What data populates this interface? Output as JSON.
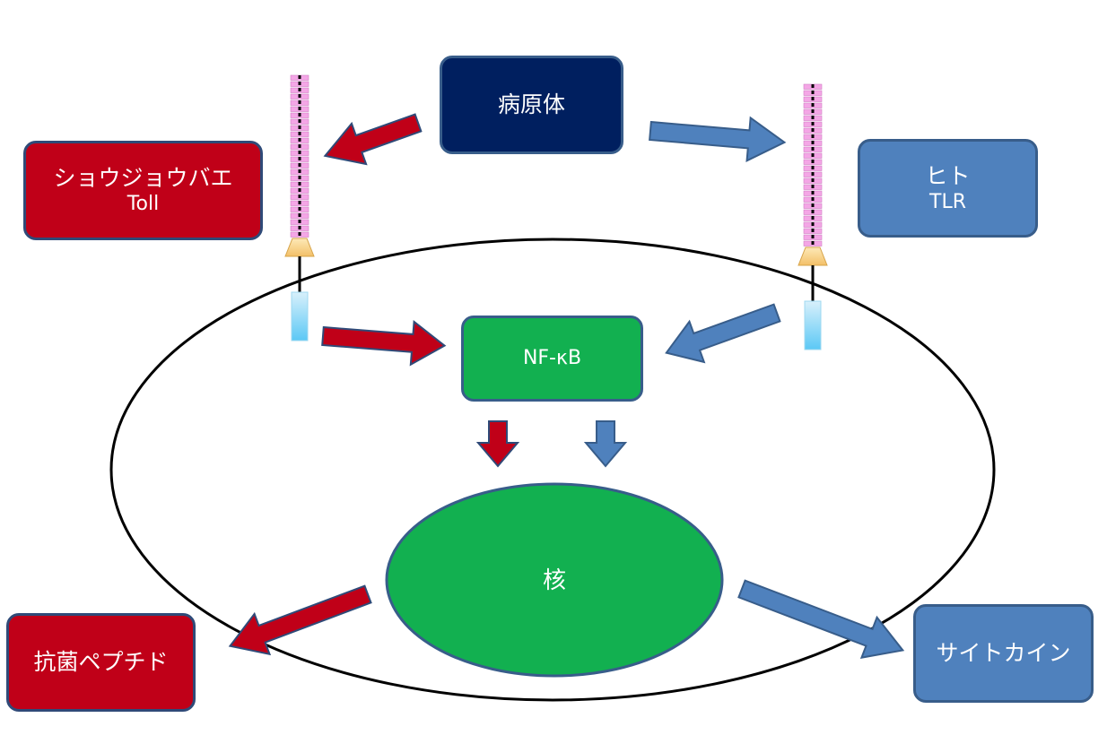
{
  "nodes": {
    "pathogen": "病原体",
    "drosophila": {
      "line1": "ショウジョウバエ",
      "line2": "Toll"
    },
    "human": {
      "line1": "ヒト",
      "line2": "TLR"
    },
    "nfkb": "NF-κB",
    "nucleus": "核",
    "amp": "抗菌ペプチド",
    "cytokine": "サイトカイン"
  },
  "colors": {
    "drosophila_red": "#c00018",
    "human_blue": "#4f81bd",
    "pathogen_navy": "#001f5f",
    "nfkb_green": "#12b050",
    "receptor_pink": "#f4a6e6",
    "receptor_tm": "#f9d48f",
    "receptor_tail": "#5bc8f5"
  },
  "edges": [
    {
      "from": "pathogen",
      "to": "drosophila_receptor",
      "color": "red"
    },
    {
      "from": "pathogen",
      "to": "human_receptor",
      "color": "blue"
    },
    {
      "from": "drosophila_receptor",
      "to": "nfkb",
      "color": "red"
    },
    {
      "from": "human_receptor",
      "to": "nfkb",
      "color": "blue"
    },
    {
      "from": "nfkb",
      "to": "nucleus",
      "color": "red"
    },
    {
      "from": "nfkb",
      "to": "nucleus",
      "color": "blue"
    },
    {
      "from": "nucleus",
      "to": "amp",
      "color": "red"
    },
    {
      "from": "nucleus",
      "to": "cytokine",
      "color": "blue"
    }
  ]
}
